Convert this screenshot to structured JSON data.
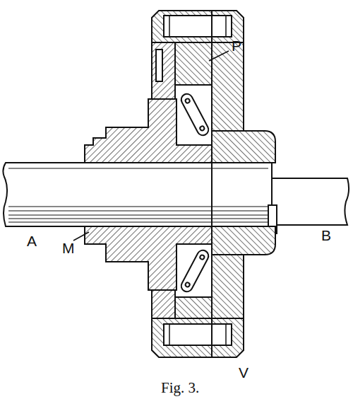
{
  "diagram": {
    "caption": "Fig. 3.",
    "labels": [
      "P",
      "M",
      "A",
      "B",
      "V"
    ]
  }
}
